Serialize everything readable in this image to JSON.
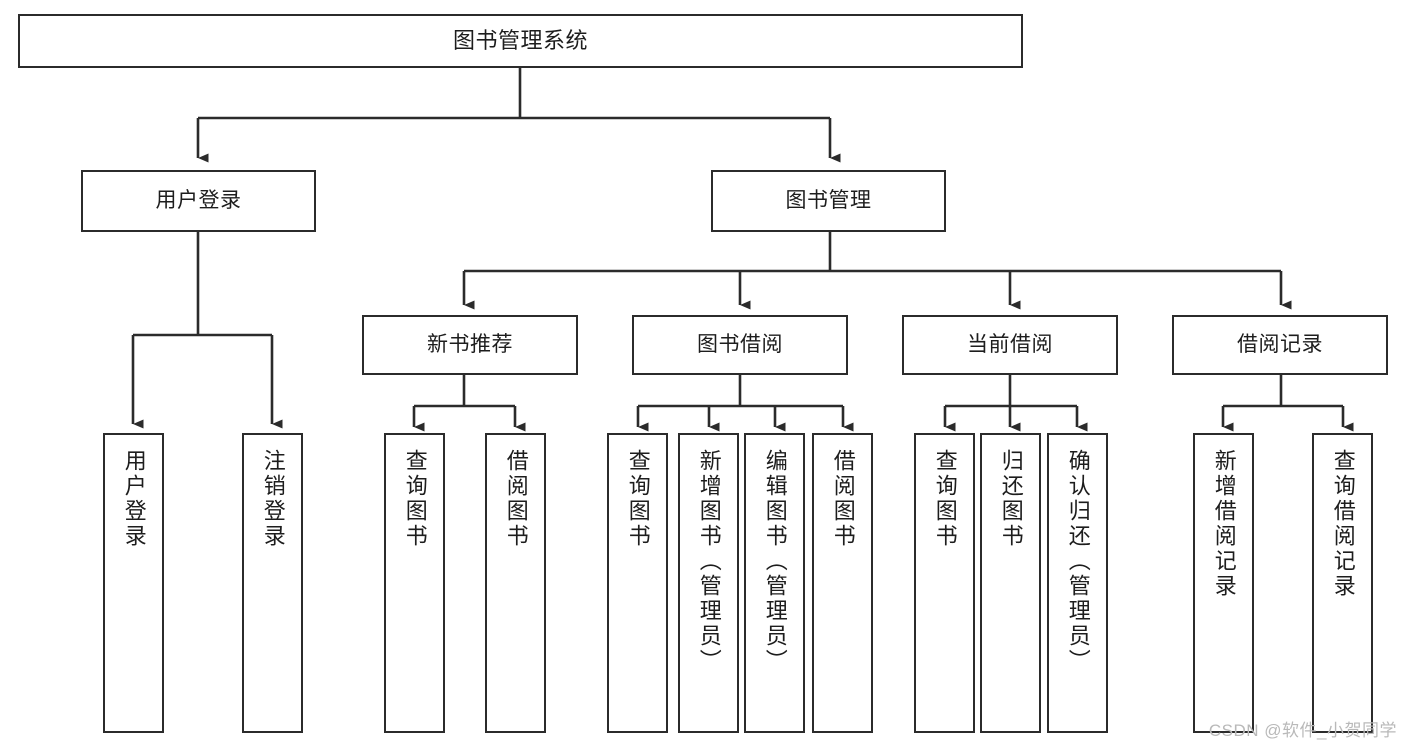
{
  "diagram": {
    "title": "图书管理系统",
    "type": "tree",
    "root": {
      "id": "root",
      "label": "图书管理系统"
    },
    "level2": [
      {
        "id": "user-login",
        "label": "用户登录"
      },
      {
        "id": "book-management",
        "label": "图书管理"
      }
    ],
    "level3": [
      {
        "id": "new-book-recommend",
        "label": "新书推荐",
        "parent": "book-management"
      },
      {
        "id": "book-borrow",
        "label": "图书借阅",
        "parent": "book-management"
      },
      {
        "id": "current-borrow",
        "label": "当前借阅",
        "parent": "book-management"
      },
      {
        "id": "borrow-record",
        "label": "借阅记录",
        "parent": "book-management"
      }
    ],
    "leaves": [
      {
        "id": "leaf-user-login",
        "label": "用户登录",
        "parent": "user-login"
      },
      {
        "id": "leaf-user-logout",
        "label": "注销登录",
        "parent": "user-login"
      },
      {
        "id": "leaf-query-book-1",
        "label": "查询图书",
        "parent": "new-book-recommend"
      },
      {
        "id": "leaf-borrow-book-1",
        "label": "借阅图书",
        "parent": "new-book-recommend"
      },
      {
        "id": "leaf-query-book-2",
        "label": "查询图书",
        "parent": "book-borrow"
      },
      {
        "id": "leaf-add-book",
        "label": "新增图书（管理员）",
        "parent": "book-borrow"
      },
      {
        "id": "leaf-edit-book",
        "label": "编辑图书（管理员）",
        "parent": "book-borrow"
      },
      {
        "id": "leaf-borrow-book-2",
        "label": "借阅图书",
        "parent": "book-borrow"
      },
      {
        "id": "leaf-query-book-3",
        "label": "查询图书",
        "parent": "current-borrow"
      },
      {
        "id": "leaf-return-book",
        "label": "归还图书",
        "parent": "current-borrow"
      },
      {
        "id": "leaf-confirm-return",
        "label": "确认归还（管理员）",
        "parent": "current-borrow"
      },
      {
        "id": "leaf-add-record",
        "label": "新增借阅记录",
        "parent": "borrow-record"
      },
      {
        "id": "leaf-query-record",
        "label": "查询借阅记录",
        "parent": "borrow-record"
      }
    ],
    "colors": {
      "stroke": "#2b2b2b",
      "background": "#ffffff",
      "text": "#1d1d1d",
      "watermark": "#b9b9b9"
    }
  },
  "watermark": {
    "text": "CSDN @软件_小贺同学"
  }
}
